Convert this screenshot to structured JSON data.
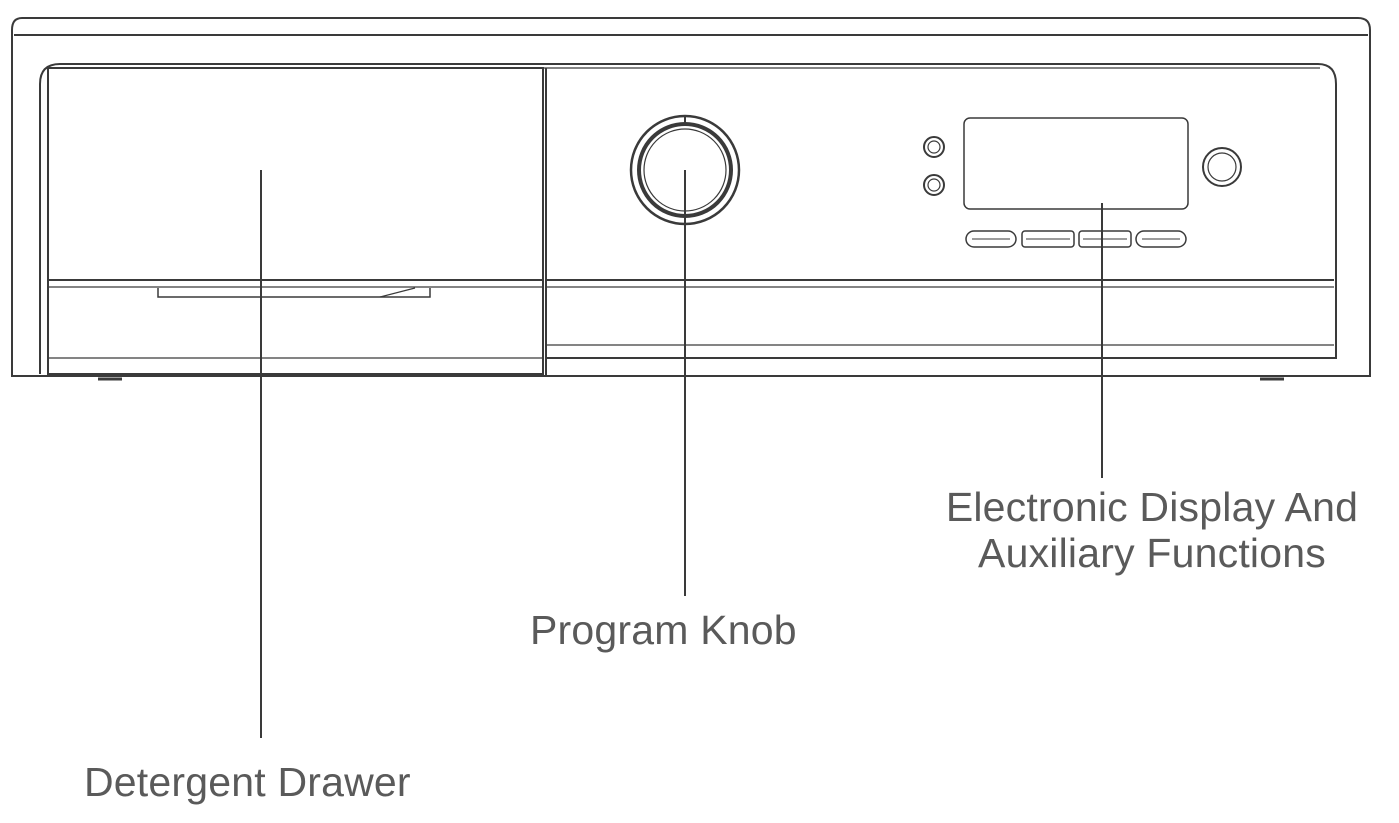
{
  "title": "",
  "labels": {
    "detergent_drawer": "Detergent Drawer",
    "program_knob": "Program Knob",
    "display_line1": "Electronic Display And",
    "display_line2": "Auxiliary Functions"
  },
  "colors": {
    "line": "#3a3a3a",
    "label_text": "#5a5a5a",
    "background": "#ffffff"
  }
}
